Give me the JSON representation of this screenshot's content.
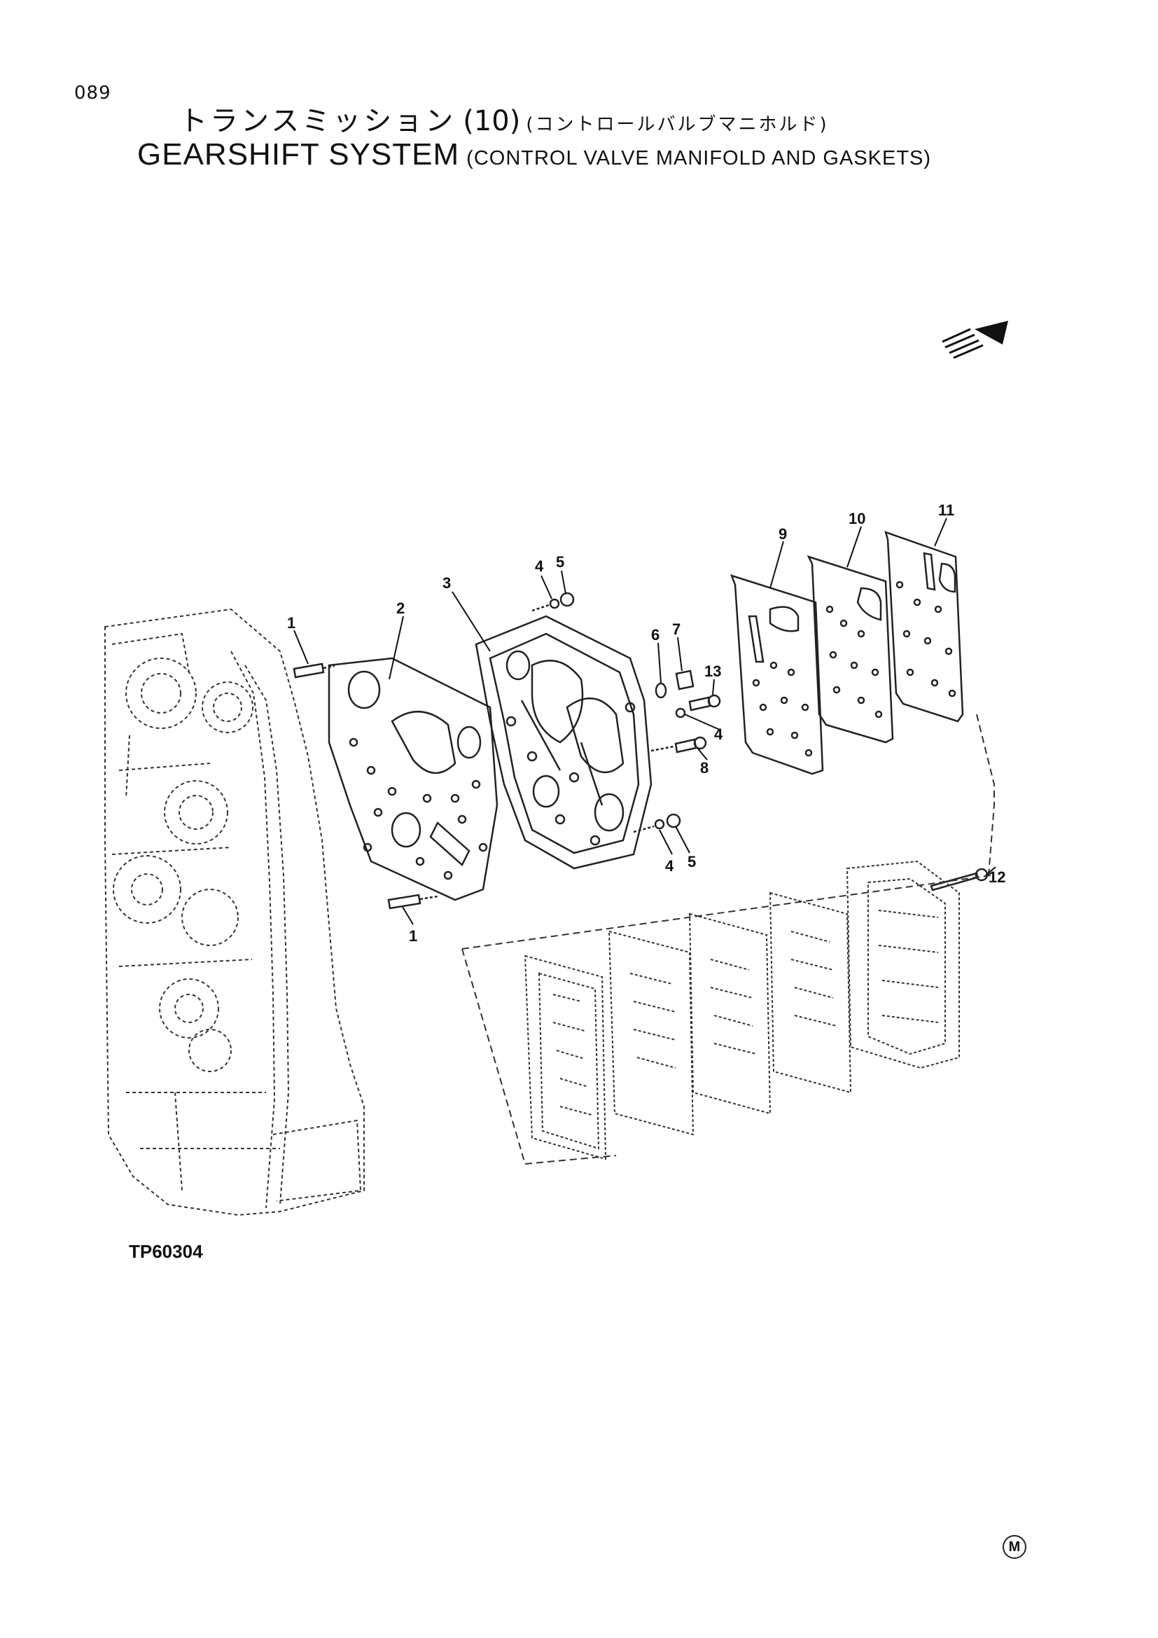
{
  "page": {
    "number": "089",
    "figure_code": "TP60304",
    "mark": "M"
  },
  "title": {
    "jp_main": "トランスミッション",
    "jp_num": "(10)",
    "jp_sub": "(コントロールバルブマニホルド)",
    "en_main": "GEARSHIFT  SYSTEM",
    "en_sub": "(CONTROL VALVE MANIFOLD AND GASKETS)"
  },
  "callouts": [
    "1",
    "2",
    "3",
    "4",
    "5",
    "6",
    "7",
    "13",
    "4",
    "8",
    "9",
    "10",
    "11",
    "12",
    "4",
    "5",
    "1"
  ]
}
